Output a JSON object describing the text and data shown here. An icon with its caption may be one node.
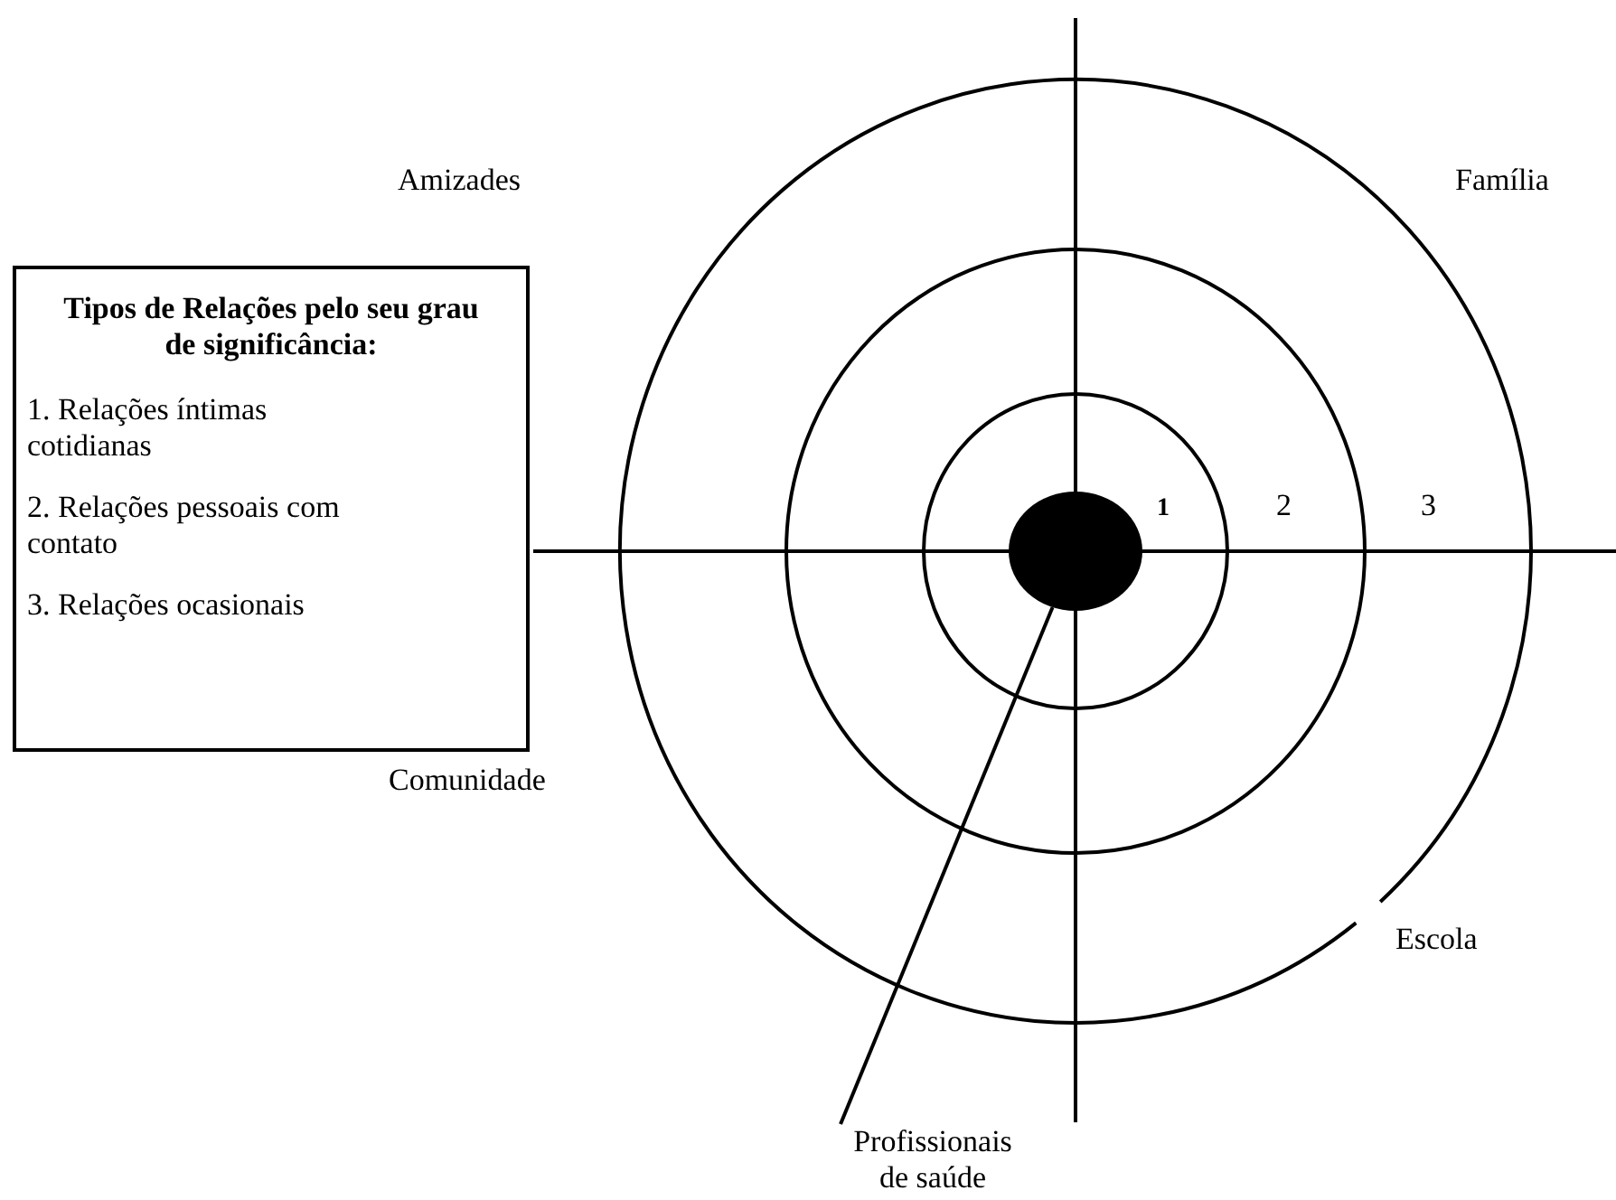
{
  "diagram": {
    "nodes": [
      {
        "text": [
          "Tipos de Relações pelo seu grau de significância:",
          "1. Relações íntimas cotidianas",
          "2. Relações pessoais com contato",
          "3. Relações ocasionais"
        ]
      },
      {
        "text": [],
        "shape": "circle"
      },
      {
        "text": [
          "Profissionais de saúde"
        ]
      }
    ],
    "edges": [
      {
        "from": 1,
        "to": 2,
        "arrow": "none"
      }
    ],
    "labels": [
      "Amizades",
      "Família",
      "1",
      "2",
      "3",
      "Comunidade",
      "Escola"
    ]
  }
}
